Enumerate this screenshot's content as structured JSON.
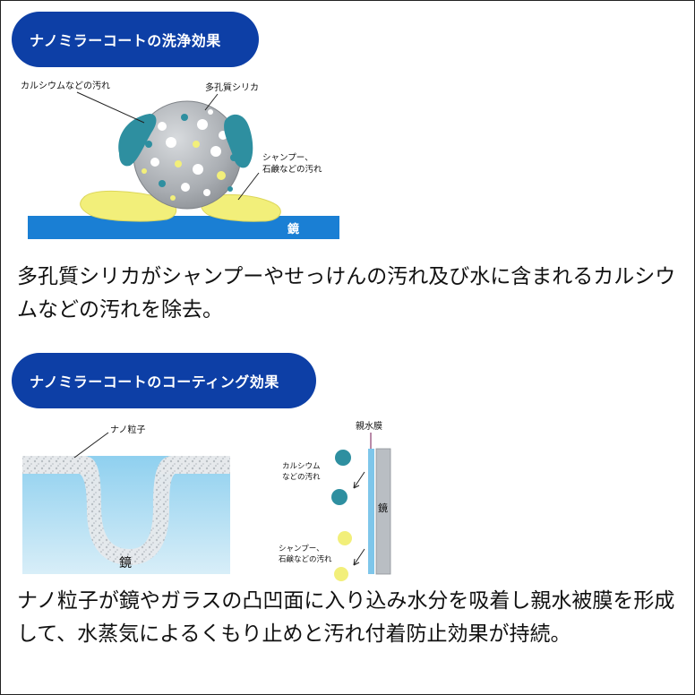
{
  "section1": {
    "title": "ナノミラーコートの洗浄効果",
    "labels": {
      "calcium": "カルシウムなどの汚れ",
      "silica": "多孔質シリカ",
      "shampoo_line1": "シャンプー、",
      "shampoo_line2": "石鹸などの汚れ",
      "mirror": "鏡"
    },
    "description": "多孔質シリカがシャンプーやせっけんの汚れ及び水に含まれるカルシウムなどの汚れを除去。"
  },
  "section2": {
    "title": "ナノミラーコートのコーティング効果",
    "labels": {
      "nano": "ナノ粒子",
      "mirror": "鏡",
      "film": "親水膜",
      "calcium_line1": "カルシウム",
      "calcium_line2": "などの汚れ",
      "shampoo_line1": "シャンプー、",
      "shampoo_line2": "石鹸などの汚れ",
      "mirror2": "鏡"
    },
    "description": "ナノ粒子が鏡やガラスの凸凹面に入り込み水分を吸着し親水被膜を形成して、水蒸気によるくもり止めと汚れ付着防止効果が持続。"
  },
  "colors": {
    "pill": "#0d3fa6",
    "mirror_blue": "#1a7fd4",
    "teal_dirt": "#2e8fa0",
    "yellow_dirt": "#f2ef7a",
    "silica_gray": "#a9adb2"
  }
}
